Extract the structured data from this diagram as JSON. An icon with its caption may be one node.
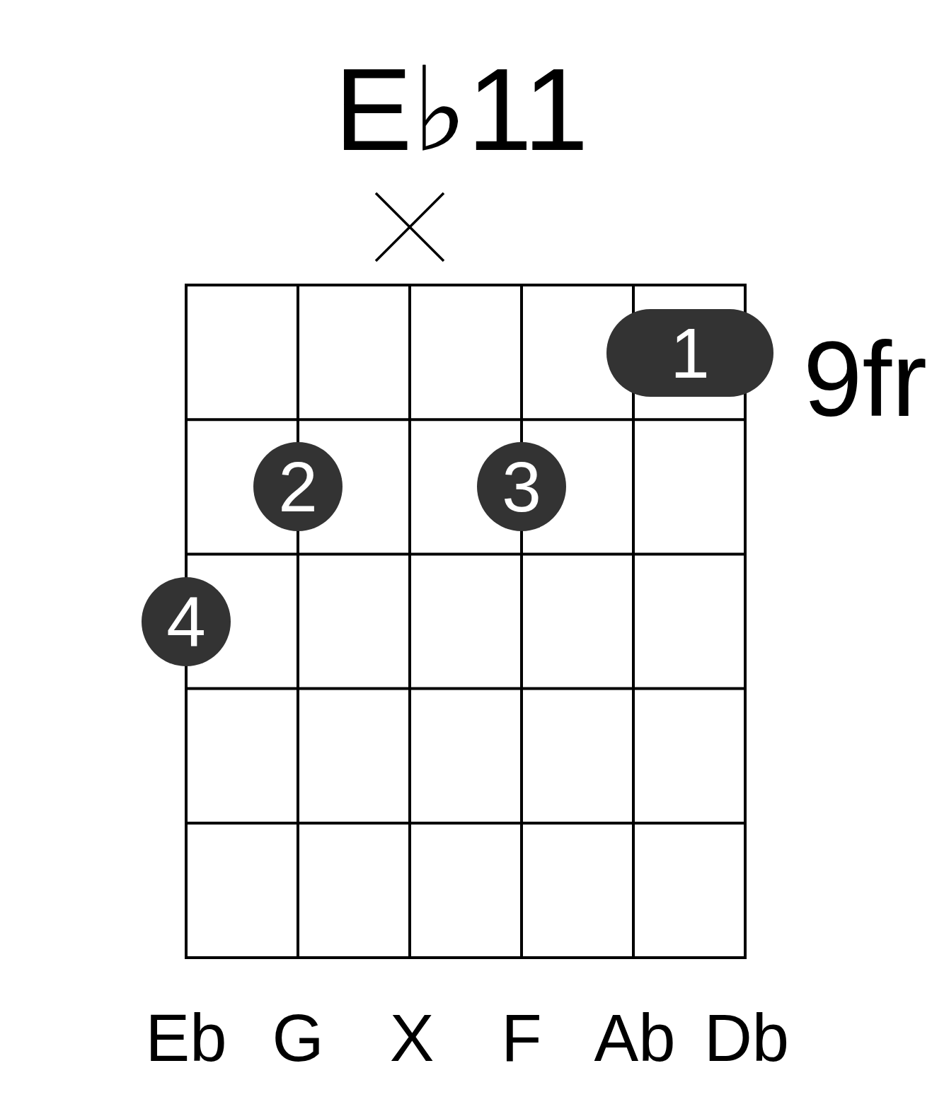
{
  "diagram": {
    "title": "E♭11",
    "nodes": [
      {
        "text": [
          "1"
        ]
      },
      {
        "text": [
          "2"
        ]
      },
      {
        "text": [
          "3"
        ]
      },
      {
        "text": [
          "4"
        ]
      }
    ],
    "edges": [],
    "labels": [
      "9fr",
      "Eb",
      "G",
      "X",
      "F",
      "Ab",
      "Db"
    ]
  }
}
